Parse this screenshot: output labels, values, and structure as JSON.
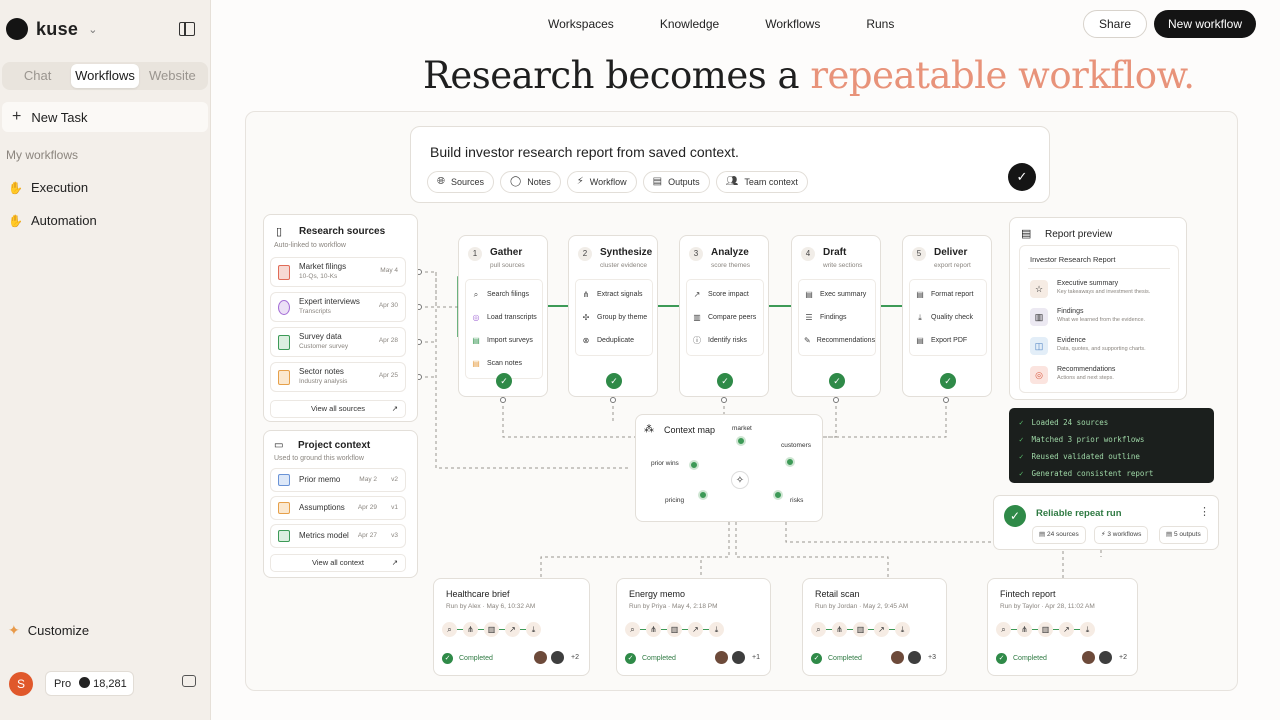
{
  "sidebar": {
    "brand": "kuse",
    "tabs": [
      "Chat",
      "Workflows",
      "Website"
    ],
    "active_tab": "Workflows",
    "new_task": "New Task",
    "section_title": "My workflows",
    "workflows": [
      "Execution",
      "Automation"
    ],
    "customize": "Customize",
    "avatar_initial": "S",
    "plan": "Pro",
    "credits": "18,281"
  },
  "topnav": {
    "links": [
      "Workspaces",
      "Knowledge",
      "Workflows",
      "Runs"
    ],
    "share": "Share",
    "new_workflow": "New workflow"
  },
  "hero": {
    "prefix": "Research becomes a",
    "accent": "repeatable workflow."
  },
  "prompt": {
    "text": "Build investor research report from saved context.",
    "chips": [
      "Sources",
      "Notes",
      "Workflow",
      "Outputs",
      "Team context"
    ]
  },
  "research_sources": {
    "title": "Research sources",
    "subtitle": "Auto-linked to workflow",
    "items": [
      {
        "name": "Market filings",
        "meta": "10-Qs, 10-Ks",
        "date": "May 4",
        "icon": "pdf-icon"
      },
      {
        "name": "Expert interviews",
        "meta": "Transcripts",
        "date": "Apr 30",
        "icon": "chat-icon"
      },
      {
        "name": "Survey data",
        "meta": "Customer survey",
        "date": "Apr 28",
        "icon": "sheet-icon"
      },
      {
        "name": "Sector notes",
        "meta": "Industry analysis",
        "date": "Apr 25",
        "icon": "doc-icon"
      }
    ],
    "view_all": "View all sources"
  },
  "project_context": {
    "title": "Project context",
    "subtitle": "Used to ground this workflow",
    "items": [
      {
        "name": "Prior memo",
        "date": "May 2",
        "version": "v2"
      },
      {
        "name": "Assumptions",
        "date": "Apr 29",
        "version": "v1"
      },
      {
        "name": "Metrics model",
        "date": "Apr 27",
        "version": "v3"
      }
    ],
    "view_all": "View all context"
  },
  "steps": [
    {
      "num": "1",
      "title": "Gather",
      "sub": "pull sources",
      "items": [
        "Search filings",
        "Load transcripts",
        "Import surveys",
        "Scan notes"
      ]
    },
    {
      "num": "2",
      "title": "Synthesize",
      "sub": "cluster evidence",
      "items": [
        "Extract signals",
        "Group by theme",
        "Deduplicate"
      ]
    },
    {
      "num": "3",
      "title": "Analyze",
      "sub": "score themes",
      "items": [
        "Score impact",
        "Compare peers",
        "Identify risks"
      ]
    },
    {
      "num": "4",
      "title": "Draft",
      "sub": "write sections",
      "items": [
        "Exec summary",
        "Findings",
        "Recommendations"
      ]
    },
    {
      "num": "5",
      "title": "Deliver",
      "sub": "export report",
      "items": [
        "Format report",
        "Quality check",
        "Export PDF"
      ]
    }
  ],
  "report_preview": {
    "title": "Report preview",
    "doc_title": "Investor Research Report",
    "sections": [
      {
        "title": "Executive summary",
        "sub": "Key takeaways and investment thesis."
      },
      {
        "title": "Findings",
        "sub": "What we learned from the evidence."
      },
      {
        "title": "Evidence",
        "sub": "Data, quotes, and supporting charts."
      },
      {
        "title": "Recommendations",
        "sub": "Actions and next steps."
      }
    ]
  },
  "terminal": [
    "Loaded 24 sources",
    "Matched 3 prior workflows",
    "Reused validated outline",
    "Generated consistent report"
  ],
  "repeat_run": {
    "title": "Reliable repeat run",
    "chips": [
      "24 sources",
      "3 workflows",
      "5 outputs"
    ]
  },
  "context_map": {
    "title": "Context map",
    "nodes": [
      "market",
      "customers",
      "risks",
      "pricing",
      "prior wins"
    ]
  },
  "runs": [
    {
      "title": "Healthcare brief",
      "meta": "Run by Alex  ·  May 6, 10:32 AM",
      "status": "Completed",
      "extra": "+2"
    },
    {
      "title": "Energy memo",
      "meta": "Run by Priya  ·  May 4, 2:18 PM",
      "status": "Completed",
      "extra": "+1"
    },
    {
      "title": "Retail scan",
      "meta": "Run by Jordan  ·  May 2, 9:45 AM",
      "status": "Completed",
      "extra": "+3"
    },
    {
      "title": "Fintech report",
      "meta": "Run by Taylor  ·  Apr 28, 11:02 AM",
      "status": "Completed",
      "extra": "+2"
    }
  ],
  "colors": {
    "accent": "#e8937a",
    "success": "#2f8a48",
    "dark": "#141414"
  }
}
